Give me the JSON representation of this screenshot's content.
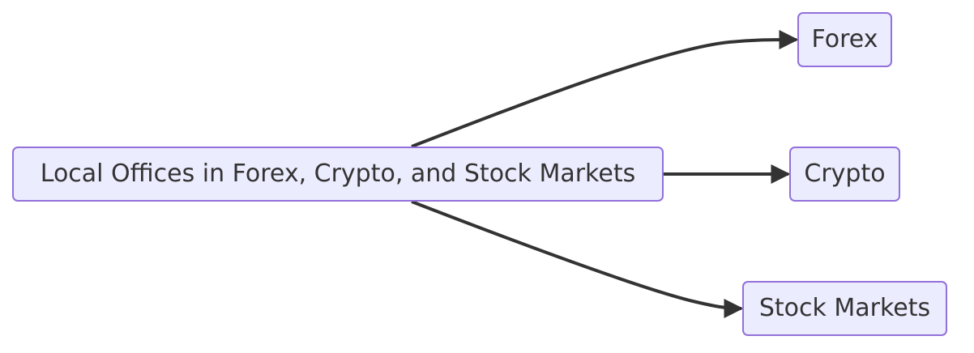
{
  "diagram": {
    "type": "flowchart",
    "direction": "left-to-right",
    "colors": {
      "node_fill": "#ececff",
      "node_border": "#9370db",
      "text": "#333333",
      "edge": "#333333"
    },
    "nodes": {
      "root": {
        "label": "Local Offices in Forex, Crypto, and Stock Markets"
      },
      "forex": {
        "label": "Forex"
      },
      "crypto": {
        "label": "Crypto"
      },
      "stock": {
        "label": "Stock Markets"
      }
    },
    "edges": [
      {
        "from": "root",
        "to": "forex"
      },
      {
        "from": "root",
        "to": "crypto"
      },
      {
        "from": "root",
        "to": "stock"
      }
    ]
  }
}
